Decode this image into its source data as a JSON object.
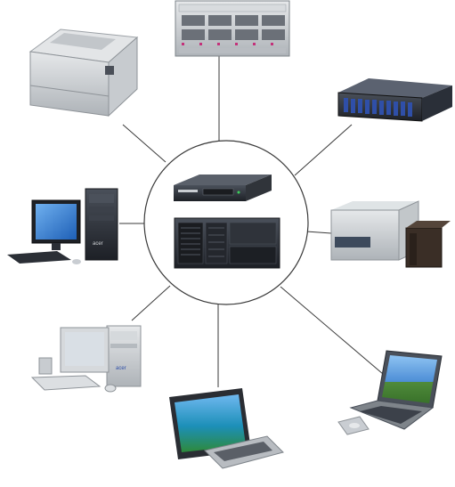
{
  "diagram": {
    "hub": {
      "name": "central-server-hub",
      "devices": [
        "rack-server",
        "tower-server"
      ]
    },
    "nodes": [
      {
        "id": "network-switch",
        "kind": "switch"
      },
      {
        "id": "laser-printer",
        "kind": "printer"
      },
      {
        "id": "storage-array",
        "kind": "storage"
      },
      {
        "id": "desktop-pc-lcd",
        "kind": "desktop",
        "brand": "acer"
      },
      {
        "id": "scanner-workstation",
        "kind": "scanner"
      },
      {
        "id": "desktop-pc-crt",
        "kind": "desktop",
        "brand": "acer"
      },
      {
        "id": "tablet-laptop",
        "kind": "tablet"
      },
      {
        "id": "notebook-laptop",
        "kind": "laptop"
      }
    ],
    "brand_text": {
      "desktop_lcd": "acer",
      "desktop_crt": "acer"
    }
  },
  "colors": {
    "background": "#ffffff",
    "link": "#3a3a3a",
    "device_silver": "#c9cdd2",
    "device_dark": "#2b2f36",
    "accent_blue": "#2f4fa8",
    "sky": "#4b8fd8"
  }
}
